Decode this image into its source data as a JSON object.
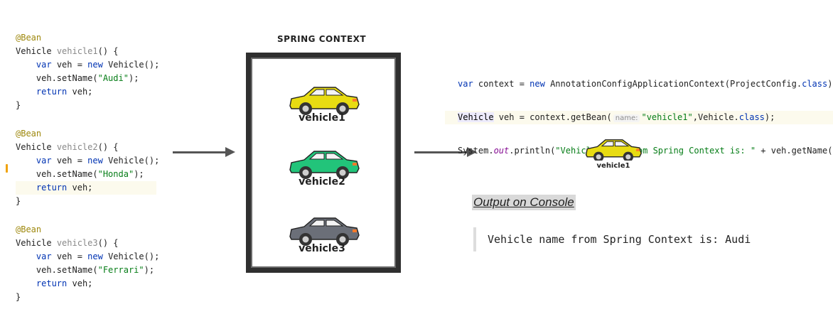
{
  "beans": [
    {
      "annotation": "@Bean",
      "return_type": "Vehicle",
      "method": "vehicle1",
      "signature_tail": "() {",
      "line1_kw": "var",
      "line1_mid": " veh = ",
      "line1_new": "new",
      "line1_tail": " Vehicle();",
      "setname_prefix": "veh.setName(",
      "name_value": "\"Audi\"",
      "setname_suffix": ");",
      "return_kw": "return",
      "return_tail": " veh;",
      "close": "}"
    },
    {
      "annotation": "@Bean",
      "return_type": "Vehicle",
      "method": "vehicle2",
      "signature_tail": "() {",
      "line1_kw": "var",
      "line1_mid": " veh = ",
      "line1_new": "new",
      "line1_tail": " Vehicle();",
      "setname_prefix": "veh.setName(",
      "name_value": "\"Honda\"",
      "setname_suffix": ");",
      "return_kw": "return",
      "return_tail": " veh;",
      "close": "}"
    },
    {
      "annotation": "@Bean",
      "return_type": "Vehicle",
      "method": "vehicle3",
      "signature_tail": "() {",
      "line1_kw": "var",
      "line1_mid": " veh = ",
      "line1_new": "new",
      "line1_tail": " Vehicle();",
      "setname_prefix": "veh.setName(",
      "name_value": "\"Ferrari\"",
      "setname_suffix": ");",
      "return_kw": "return",
      "return_tail": " veh;",
      "close": "}"
    }
  ],
  "context": {
    "title": "SPRING CONTEXT",
    "cars": [
      {
        "label": "vehicle1",
        "color": "#e8dc12"
      },
      {
        "label": "vehicle2",
        "color": "#22c47a"
      },
      {
        "label": "vehicle3",
        "color": "#6b6f78"
      }
    ]
  },
  "right_code": {
    "l1_kw": "var",
    "l1_a": " context = ",
    "l1_new": "new",
    "l1_b": " AnnotationConfigApplicationContext(ProjectConfig.",
    "l1_class": "class",
    "l1_end": ");",
    "l2_type": "Vehicle",
    "l2_a": " veh = context.getBean(",
    "l2_hint": "name:",
    "l2_str": "\"vehicle1\"",
    "l2_b": ",Vehicle.",
    "l2_class": "class",
    "l2_end": ");",
    "l3_a": "System.",
    "l3_out": "out",
    "l3_b": ".println(",
    "l3_str": "\"Vehicle name from Spring Context is: \"",
    "l3_c": " + veh.getName());"
  },
  "result": {
    "label": "vehicle1",
    "color": "#e8dc12"
  },
  "console": {
    "title": "Output on Console",
    "output": "Vehicle name from Spring Context is: Audi"
  }
}
